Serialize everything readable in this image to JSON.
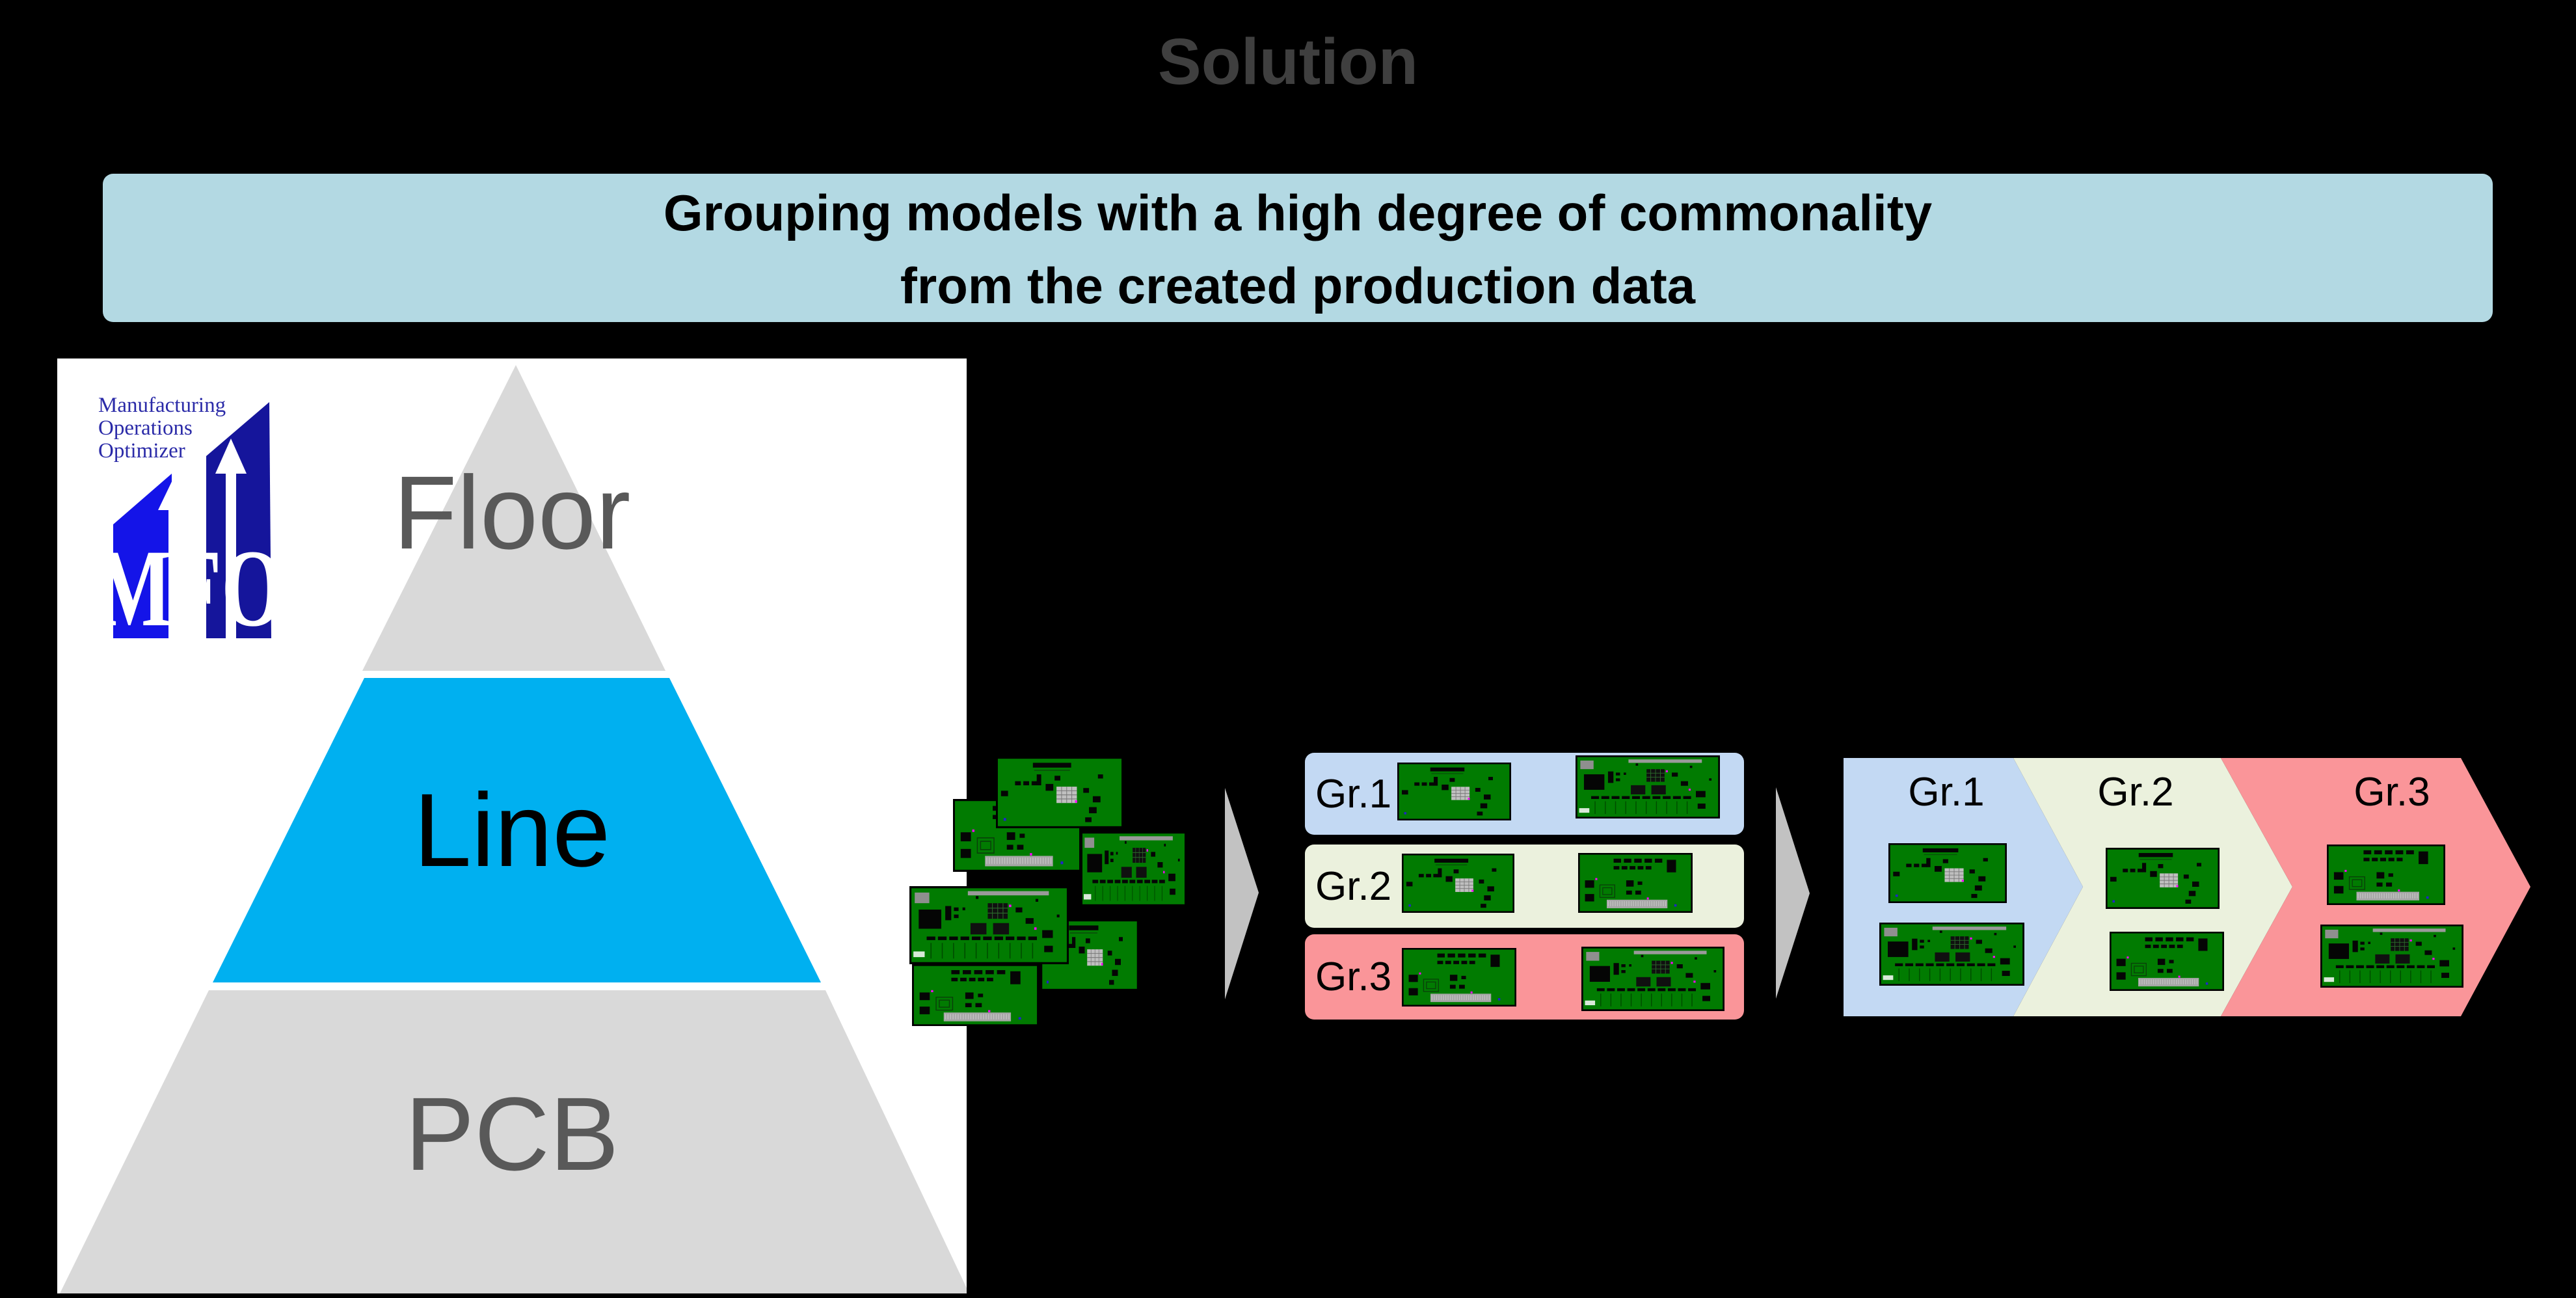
{
  "title": "Solution",
  "banner": {
    "line1": "Grouping models with a high degree of commonality",
    "line2": "from the created production data",
    "background": "#B3D9E3"
  },
  "logo": {
    "line1": "Manufacturing",
    "line2": "Operations",
    "line3": "Optimizer",
    "acronym": "MFO",
    "text_color": "#2B2BA8",
    "band_colors": [
      "#1414E8",
      "#15159B"
    ]
  },
  "pyramid": {
    "levels": [
      {
        "label": "Floor",
        "fill": "#D9D9D9",
        "text_color": "#595959"
      },
      {
        "label": "Line",
        "fill": "#00B0F0",
        "text_color": "#000000"
      },
      {
        "label": "PCB",
        "fill": "#D9D9D9",
        "text_color": "#595959"
      }
    ]
  },
  "grouping": {
    "rows": [
      {
        "label": "Gr.1",
        "color": "#C3D9F3"
      },
      {
        "label": "Gr.2",
        "color": "#EBF1DD"
      },
      {
        "label": "Gr.3",
        "color": "#FA9599"
      }
    ]
  },
  "flow": {
    "steps": [
      {
        "label": "Gr.1",
        "color": "#C3D9F3"
      },
      {
        "label": "Gr.2",
        "color": "#EBF1DD"
      },
      {
        "label": "Gr.3",
        "color": "#FA9599"
      }
    ]
  },
  "arrow_color": "#C2C2C2",
  "pcb_color": "#017B01"
}
